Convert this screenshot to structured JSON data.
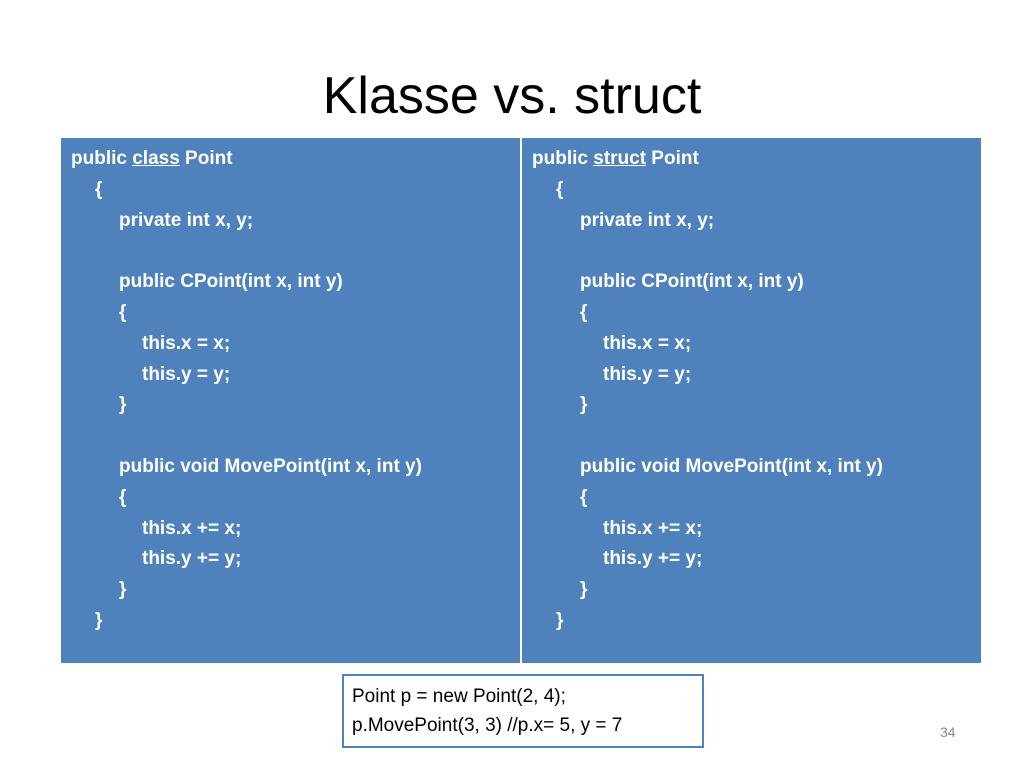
{
  "slide": {
    "title": "Klasse vs. struct",
    "page_number": "34"
  },
  "left_column": {
    "header_prefix": "public ",
    "header_keyword": "class",
    "header_suffix": " Point",
    "lines": {
      "l1": "{",
      "l2": "private int x, y;",
      "l3": "public CPoint(int x, int y)",
      "l4": "{",
      "l5": "this.x = x;",
      "l6": "this.y = y;",
      "l7": "}",
      "l8": "public void MovePoint(int x, int y)",
      "l9": "{",
      "l10": "this.x += x;",
      "l11": "this.y += y;",
      "l12": "}",
      "l13": "}"
    }
  },
  "right_column": {
    "header_prefix": "public ",
    "header_keyword": "struct",
    "header_suffix": " Point",
    "lines": {
      "l1": "{",
      "l2": "private int x, y;",
      "l3": "public CPoint(int x, int y)",
      "l4": "{",
      "l5": "this.x = x;",
      "l6": "this.y = y;",
      "l7": "}",
      "l8": "public void MovePoint(int x, int y)",
      "l9": "{",
      "l10": "this.x += x;",
      "l11": "this.y += y;",
      "l12": "}",
      "l13": "}"
    }
  },
  "usage_box": {
    "line1": "Point p = new Point(2, 4);",
    "line2": "p.MovePoint(3, 3) //p.x= 5, y = 7"
  },
  "colors": {
    "cell_background": "#4f81bd",
    "cell_text": "#ffffff",
    "box_border": "#4f81bd"
  }
}
